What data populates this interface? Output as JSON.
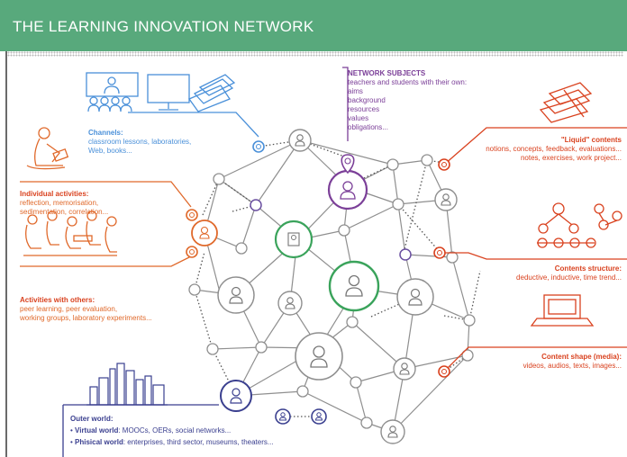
{
  "header": {
    "title": "THE LEARNING INNOVATION NETWORK"
  },
  "colors": {
    "banner": "#58a97c",
    "blue": "#4a90d9",
    "orange": "#e0692b",
    "red": "#d9421f",
    "purple": "#7b3f98",
    "green": "#3aa35b",
    "navy": "#3a3f8f"
  },
  "network_subjects": {
    "title": "NETWORK SUBJECTS",
    "lines": [
      "teachers and students with their own:",
      "aims",
      "background",
      "resources",
      "values",
      "obligations..."
    ]
  },
  "channels": {
    "title": "Channels:",
    "lines": [
      "classroom lessons, laboratories,",
      "Web, books..."
    ]
  },
  "individual": {
    "title": "Individual activities:",
    "lines": [
      "reflection, memorisation,",
      "sedimentation, correlation..."
    ]
  },
  "others": {
    "title": "Activities with others:",
    "lines": [
      "peer learning, peer evaluation,",
      "working groups, laboratory experiments..."
    ]
  },
  "liquid": {
    "title": "\"Liquid\" contents",
    "lines": [
      "notions, concepts, feedback, evaluations...",
      "notes, exercises, work project..."
    ]
  },
  "structure": {
    "title": "Contents structure:",
    "lines": [
      "deductive, inductive, time trend..."
    ]
  },
  "shape": {
    "title": "Content shape (media):",
    "lines": [
      "videos, audios, texts, images..."
    ]
  },
  "outer": {
    "title": "Outer world:",
    "virtual_label": "Virtual world",
    "virtual_text": ": MOOCs, OERs, social networks...",
    "physical_label": "Phisical world",
    "physical_text": ": enterprises, third sector, museums, theaters..."
  },
  "icons": [
    "classroom-icon",
    "computer-monitor-icon",
    "books-icon",
    "reading-person-icon",
    "group-activity-icon",
    "hierarchy-icon",
    "laptop-icon",
    "city-skyline-icon",
    "person-icon",
    "location-pin-icon"
  ]
}
